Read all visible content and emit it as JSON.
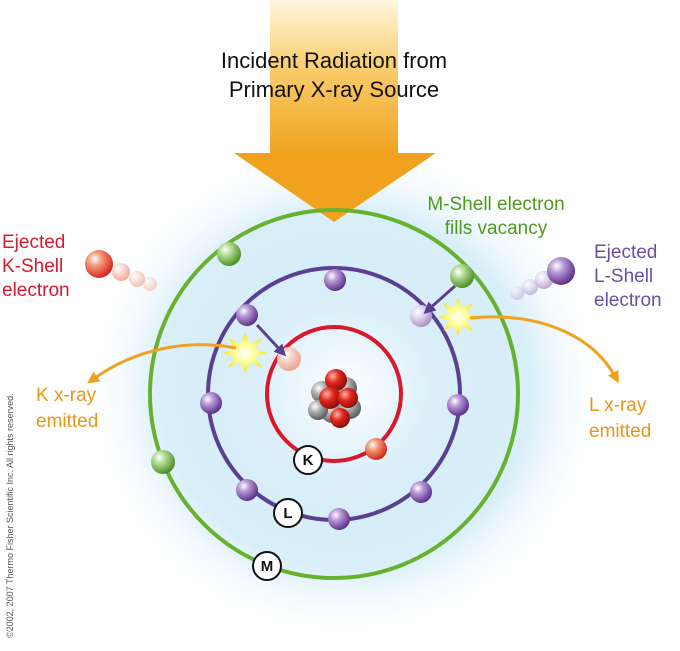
{
  "title": {
    "line1": "Incident Radiation from",
    "line2": "Primary X-ray Source"
  },
  "labels": {
    "ejected_k": [
      "Ejected",
      "K-Shell",
      "electron"
    ],
    "ejected_l": [
      "Ejected",
      "L-Shell",
      "electron"
    ],
    "m_fills": [
      "M-Shell electron",
      "fills vacancy"
    ],
    "k_xray": [
      "K x-ray",
      "emitted"
    ],
    "l_xray": [
      "L x-ray",
      "emitted"
    ]
  },
  "shells": {
    "k": "K",
    "l": "L",
    "m": "M"
  },
  "copyright": "©2002, 2007 Thermo Fisher Scientific Inc. All rights reserved.",
  "colors": {
    "k_shell": "#d8192d",
    "l_shell": "#5a3f93",
    "m_shell": "#66b22e",
    "arrow_orange": "#f0a21e",
    "red_text": "#d8192d",
    "purple_text": "#6a4fa0",
    "green_text": "#4e9a1e",
    "orange_text": "#e8961a",
    "glow": "#bfe3f5"
  }
}
